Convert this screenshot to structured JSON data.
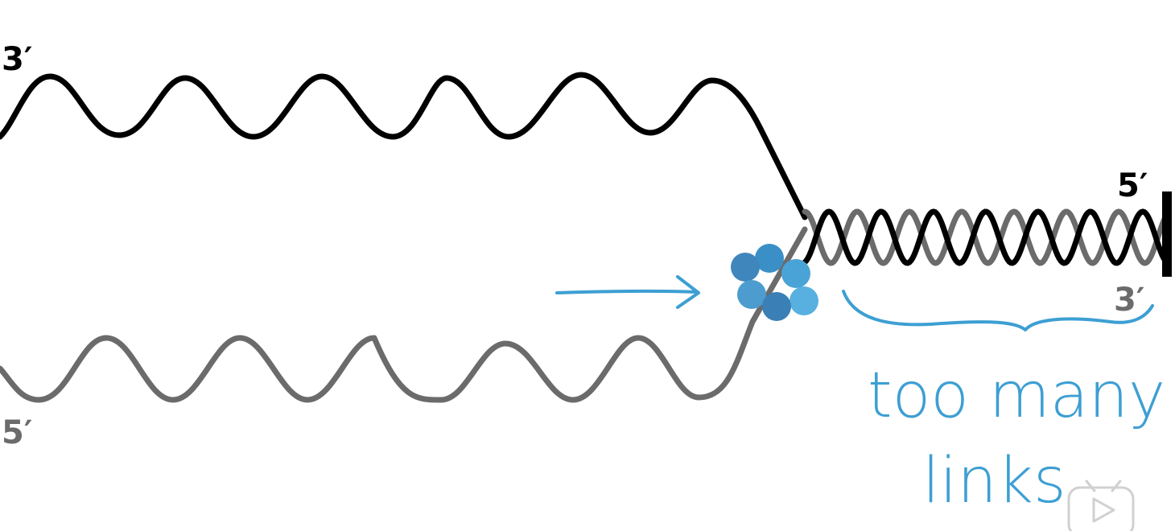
{
  "labels": {
    "top_strand_left": "3′",
    "bottom_strand_left": "5′",
    "top_strand_right": "5′",
    "bottom_strand_right": "3′",
    "annotation_line1": "too many",
    "annotation_line2": "links"
  },
  "colors": {
    "top_strand": "#000000",
    "bottom_strand": "#6b6b6b",
    "annotation": "#3d9fd3",
    "enzyme": [
      "#3b8fc7",
      "#4aa3d6",
      "#3f86bd",
      "#57b0e0",
      "#4d9ccf",
      "#3a7fb5",
      "#5aa9dc"
    ],
    "play_button": "#d0d0d0"
  },
  "icons": {
    "enzyme": "enzyme-cluster-icon",
    "arrow": "arrow-right-icon",
    "brace": "curly-brace-icon",
    "play": "play-button-icon"
  }
}
